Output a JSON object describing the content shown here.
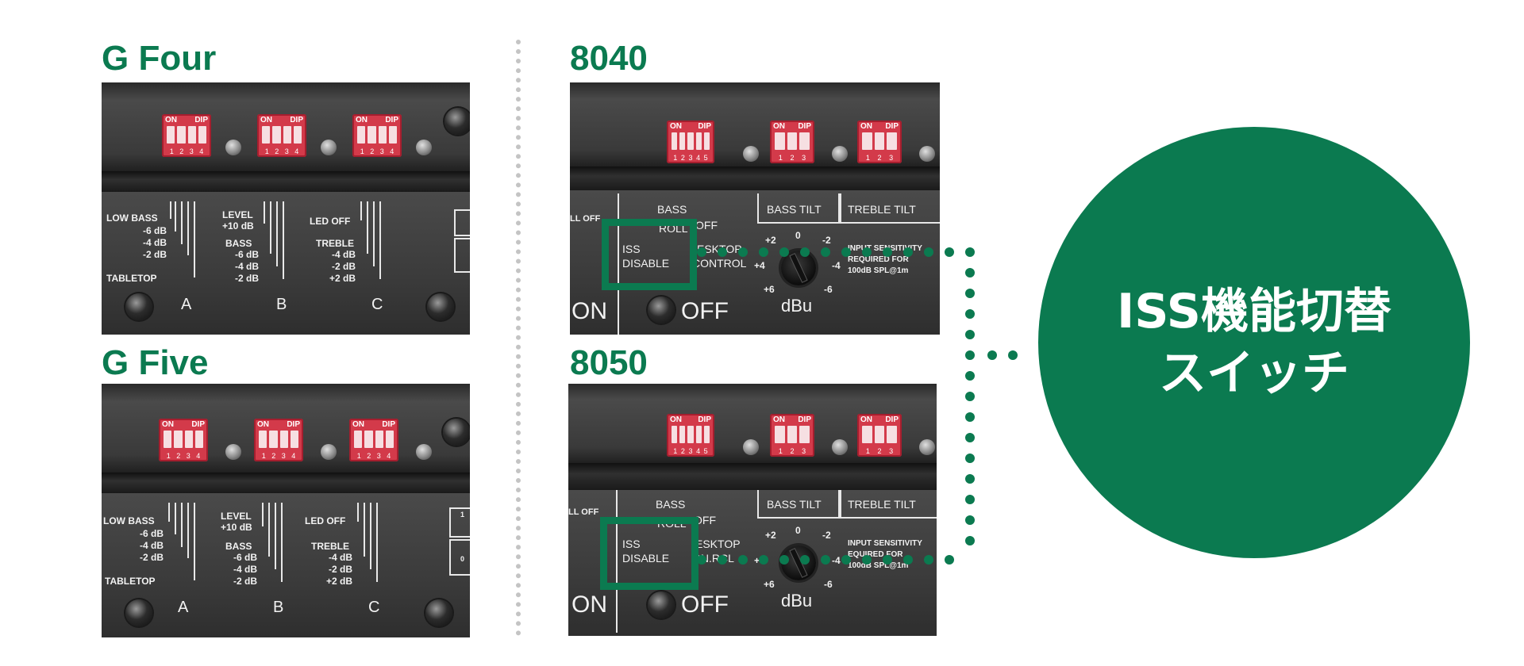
{
  "colors": {
    "brand": "#0b7a50"
  },
  "models": {
    "g_four": {
      "title": "G Four"
    },
    "g_five": {
      "title": "G Five"
    },
    "m8040": {
      "title": "8040"
    },
    "m8050": {
      "title": "8050"
    }
  },
  "dip": {
    "on": "ON",
    "dip": "DIP",
    "n1": "1",
    "n2": "2",
    "n3": "3",
    "n4": "4",
    "n5": "5"
  },
  "g_panel": {
    "a": {
      "low_bass": "LOW BASS",
      "m6": "-6 dB",
      "m4": "-4 dB",
      "m2": "-2 dB",
      "tabletop": "TABLETOP",
      "letter": "A"
    },
    "b": {
      "level": "LEVEL",
      "p10": "+10 dB",
      "bass": "BASS",
      "m6": "-6 dB",
      "m4": "-4 dB",
      "m2": "-2 dB",
      "letter": "B"
    },
    "c": {
      "led_off": "LED OFF",
      "treble": "TREBLE",
      "m4": "-4 dB",
      "m2": "-2 dB",
      "p2": "+2 dB",
      "letter": "C"
    }
  },
  "g_five_side": {
    "s1": "1",
    "s0": "0"
  },
  "m_panel": {
    "all_off": "LL OFF",
    "bass": "BASS",
    "roll": "ROLL",
    "off": "OFF",
    "iss_line1": "ISS",
    "iss_line2": "DISABLE",
    "desktop_8040_1": "ESKTOP",
    "desktop_8040_2": "CONTROL",
    "desktop_8050_1": "ESKTOP",
    "desktop_8050_2": "ON.RCL",
    "bass_tilt": "BASS TILT",
    "treble_tilt": "TREBLE TILT",
    "k_p2": "+2",
    "k_0": "0",
    "k_m2": "-2",
    "k_p4": "+4",
    "k_m4": "-4",
    "k_p6": "+6",
    "k_m6": "-6",
    "dbu": "dBu",
    "sens_8040_1": "INPUT SENSITIVITY",
    "sens_8040_2": "REQUIRED FOR",
    "sens_8040_3": "100dB SPL@1m",
    "sens_8050_1": "INPUT SENSITIVITY",
    "sens_8050_2": "EQUIRED FOR",
    "sens_8050_3": "100dB SPL@1m",
    "on": "ON",
    "off_big": "OFF"
  },
  "callout": {
    "line1": "ISS機能切替",
    "line2": "スイッチ"
  }
}
